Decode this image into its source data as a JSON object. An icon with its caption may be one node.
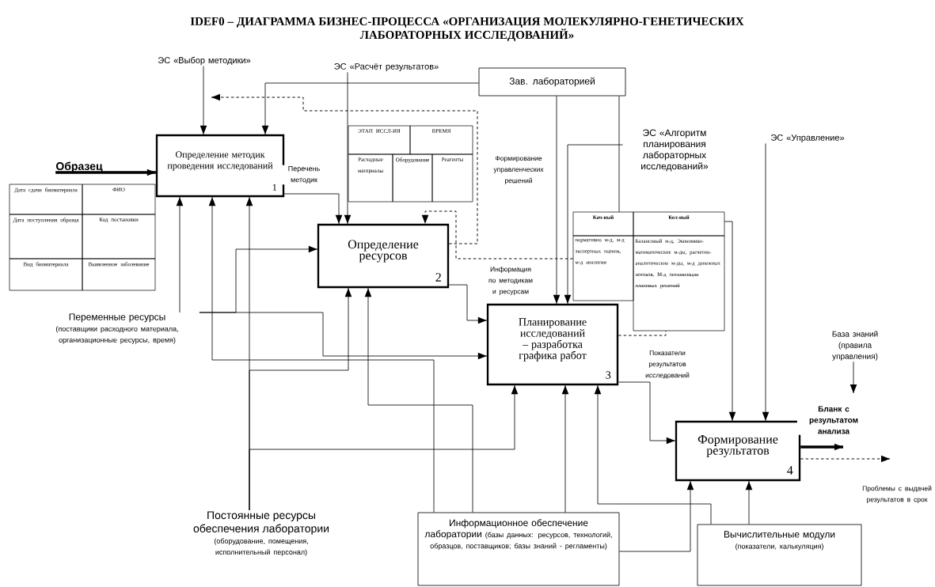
{
  "diagram": {
    "title": "IDEF0 – ДИАГРАММА БИЗНЕС-ПРОЦЕССА «ОРГАНИЗАЦИЯ МОЛЕКУЛЯРНО-ГЕНЕТИЧЕСКИХ ЛАБОРАТОРНЫХ ИССЛЕДОВАНИЙ»",
    "nodes": [
      {
        "text": [
          "ЭС «Выбор методики»"
        ]
      },
      {
        "text": [
          "ЭС «Расчёт результатов»"
        ]
      },
      {
        "text": [
          "Зав. лабораторией"
        ]
      },
      {
        "text": [
          "ЭС «Алгоритм планирования лабораторных исследований»"
        ]
      },
      {
        "text": [
          "ЭС «Управление»"
        ]
      },
      {
        "text": [
          "Образец"
        ]
      },
      {
        "text": [
          "Определение методик проведения исследований",
          "1"
        ]
      },
      {
        "text": [
          "Дата сдачи биоматериала",
          "ФИО",
          "Дата поступления образца",
          "Код постановки",
          "Вид биоматериала",
          "Выявленное заболевание"
        ]
      },
      {
        "text": [
          "ЭТАП ИССЛ-ИЯ",
          "ВРЕМЯ",
          "Расходные материалы",
          "Оборудование",
          "Реагенты"
        ]
      },
      {
        "text": [
          "Определение ресурсов",
          "2"
        ]
      },
      {
        "text": [
          "Кач-ный",
          "Кол-ный",
          "нормативно м-д, м-д экспертных оценок, м-д аналогии",
          "Балансовый м-д, Экономико-математические м-ды, расчетно-аналитические м-ды, м-д денежных потоков, М-д оптимизации плановых решений"
        ]
      },
      {
        "text": [
          "Переменные ресурсы",
          "(поставщики расходного материала, организационные ресурсы, время)"
        ]
      },
      {
        "text": [
          "Планирование исследований – разработка графика работ",
          "3"
        ]
      },
      {
        "text": [
          "База знаний (правила управления)"
        ]
      },
      {
        "text": [
          "Формирование результатов",
          "4"
        ]
      },
      {
        "text": [
          "Постоянные ресурсы обеспечения лаборатории",
          "(оборудование, помещения, исполнительный персонал)"
        ]
      },
      {
        "text": [
          "Информационное обеспечение лаборатории",
          "(базы данных: ресурсов, технологий, образцов, поставщиков; базы знаний - регламенты)"
        ]
      },
      {
        "text": [
          "Вычислительные модули",
          "(показатели, калькуляция)"
        ]
      }
    ],
    "edges": [
      {
        "from": 5,
        "to": 6,
        "arrow": "to",
        "style": "thick"
      },
      {
        "from": 0,
        "to": 6,
        "arrow": "to"
      },
      {
        "from": 2,
        "to": 6,
        "arrow": "to"
      },
      {
        "from": 6,
        "to": 9,
        "arrow": "to",
        "label": "Перечень методик"
      },
      {
        "from": 1,
        "to": 9,
        "arrow": "to"
      },
      {
        "from": 9,
        "to": null,
        "arrow": "to",
        "style": "dashed",
        "label": "Формирование управленческих решений"
      },
      {
        "from": 12,
        "to": 10,
        "arrow": "none",
        "style": "dashed"
      },
      {
        "from": 10,
        "to": 9,
        "arrow": "to",
        "style": "dashed",
        "label": "Информация по методикам и ресурсам"
      },
      {
        "from": 9,
        "to": 12,
        "arrow": "to"
      },
      {
        "from": 2,
        "to": 12,
        "arrow": "to"
      },
      {
        "from": 3,
        "to": 12,
        "arrow": "to"
      },
      {
        "from": 2,
        "to": 10,
        "arrow": "none"
      },
      {
        "from": 10,
        "to": 14,
        "arrow": "to"
      },
      {
        "from": 4,
        "to": 14,
        "arrow": "to"
      },
      {
        "from": 12,
        "to": 14,
        "arrow": "to",
        "label": "Показатели результатов исследований"
      },
      {
        "from": 14,
        "to": null,
        "arrow": "to",
        "style": "thick",
        "label": "Бланк с результатом анализа"
      },
      {
        "from": 14,
        "to": null,
        "arrow": "to",
        "style": "dashed",
        "label": "Проблемы с выдачей результатов в срок"
      },
      {
        "from": 13,
        "to": null,
        "arrow": "to"
      },
      {
        "from": 11,
        "to": 6,
        "arrow": "to"
      },
      {
        "from": 11,
        "to": 9,
        "arrow": "to"
      },
      {
        "from": 11,
        "to": 12,
        "arrow": "to"
      },
      {
        "from": 15,
        "to": 6,
        "arrow": "to"
      },
      {
        "from": 15,
        "to": 9,
        "arrow": "to"
      },
      {
        "from": 15,
        "to": 12,
        "arrow": "to"
      },
      {
        "from": 16,
        "to": 6,
        "arrow": "to"
      },
      {
        "from": 16,
        "to": 9,
        "arrow": "to"
      },
      {
        "from": 16,
        "to": 12,
        "arrow": "to"
      },
      {
        "from": 16,
        "to": 14,
        "arrow": "to"
      },
      {
        "from": 17,
        "to": 12,
        "arrow": "to"
      },
      {
        "from": 17,
        "to": 14,
        "arrow": "to"
      }
    ]
  }
}
